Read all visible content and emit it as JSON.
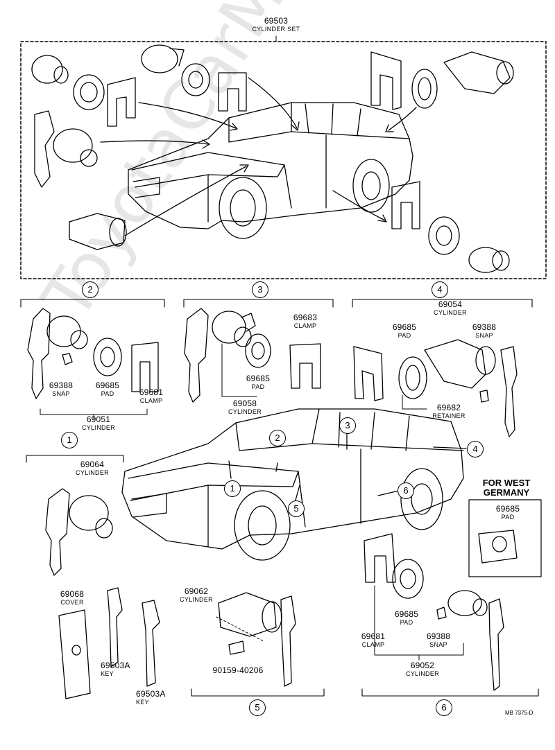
{
  "watermark": "ToyotaCarMine.ru",
  "top_set": {
    "part_no": "69503",
    "name": "CYLINDER SET"
  },
  "section_markers": [
    "1",
    "2",
    "3",
    "4",
    "5",
    "6"
  ],
  "parts": {
    "s2_cylinder": {
      "part_no": "69051",
      "name": "CYLINDER"
    },
    "s2_snap": {
      "part_no": "69388",
      "name": "SNAP"
    },
    "s2_pad": {
      "part_no": "69685",
      "name": "PAD"
    },
    "s2_clamp": {
      "part_no": "69681",
      "name": "CLAMP"
    },
    "s3_pad": {
      "part_no": "69685",
      "name": "PAD"
    },
    "s3_clamp": {
      "part_no": "69683",
      "name": "CLAMP"
    },
    "s3_cylinder": {
      "part_no": "69058",
      "name": "CYLINDER"
    },
    "s4_cylinder": {
      "part_no": "69054",
      "name": "CYLINDER"
    },
    "s4_pad": {
      "part_no": "69685",
      "name": "PAD"
    },
    "s4_snap": {
      "part_no": "69388",
      "name": "SNAP"
    },
    "s4_retainer": {
      "part_no": "69682",
      "name": "RETAINER"
    },
    "s1_cylinder": {
      "part_no": "69064",
      "name": "CYLINDER"
    },
    "west_germany": {
      "note": "FOR WEST GERMANY",
      "part_no": "69685",
      "name": "PAD"
    },
    "cover": {
      "part_no": "69068",
      "name": "COVER"
    },
    "key_a": {
      "part_no": "69503A",
      "name": "KEY"
    },
    "key_b": {
      "part_no": "69503A",
      "name": "KEY"
    },
    "s5_cylinder": {
      "part_no": "69062",
      "name": "CYLINDER"
    },
    "s5_screw": {
      "part_no": "90159-40206"
    },
    "s6_pad": {
      "part_no": "69685",
      "name": "PAD"
    },
    "s6_clamp": {
      "part_no": "69681",
      "name": "CLAMP"
    },
    "s6_snap": {
      "part_no": "69388",
      "name": "SNAP"
    },
    "s6_cylinder": {
      "part_no": "69052",
      "name": "CYLINDER"
    }
  },
  "footer_code": "MB 7375-D"
}
